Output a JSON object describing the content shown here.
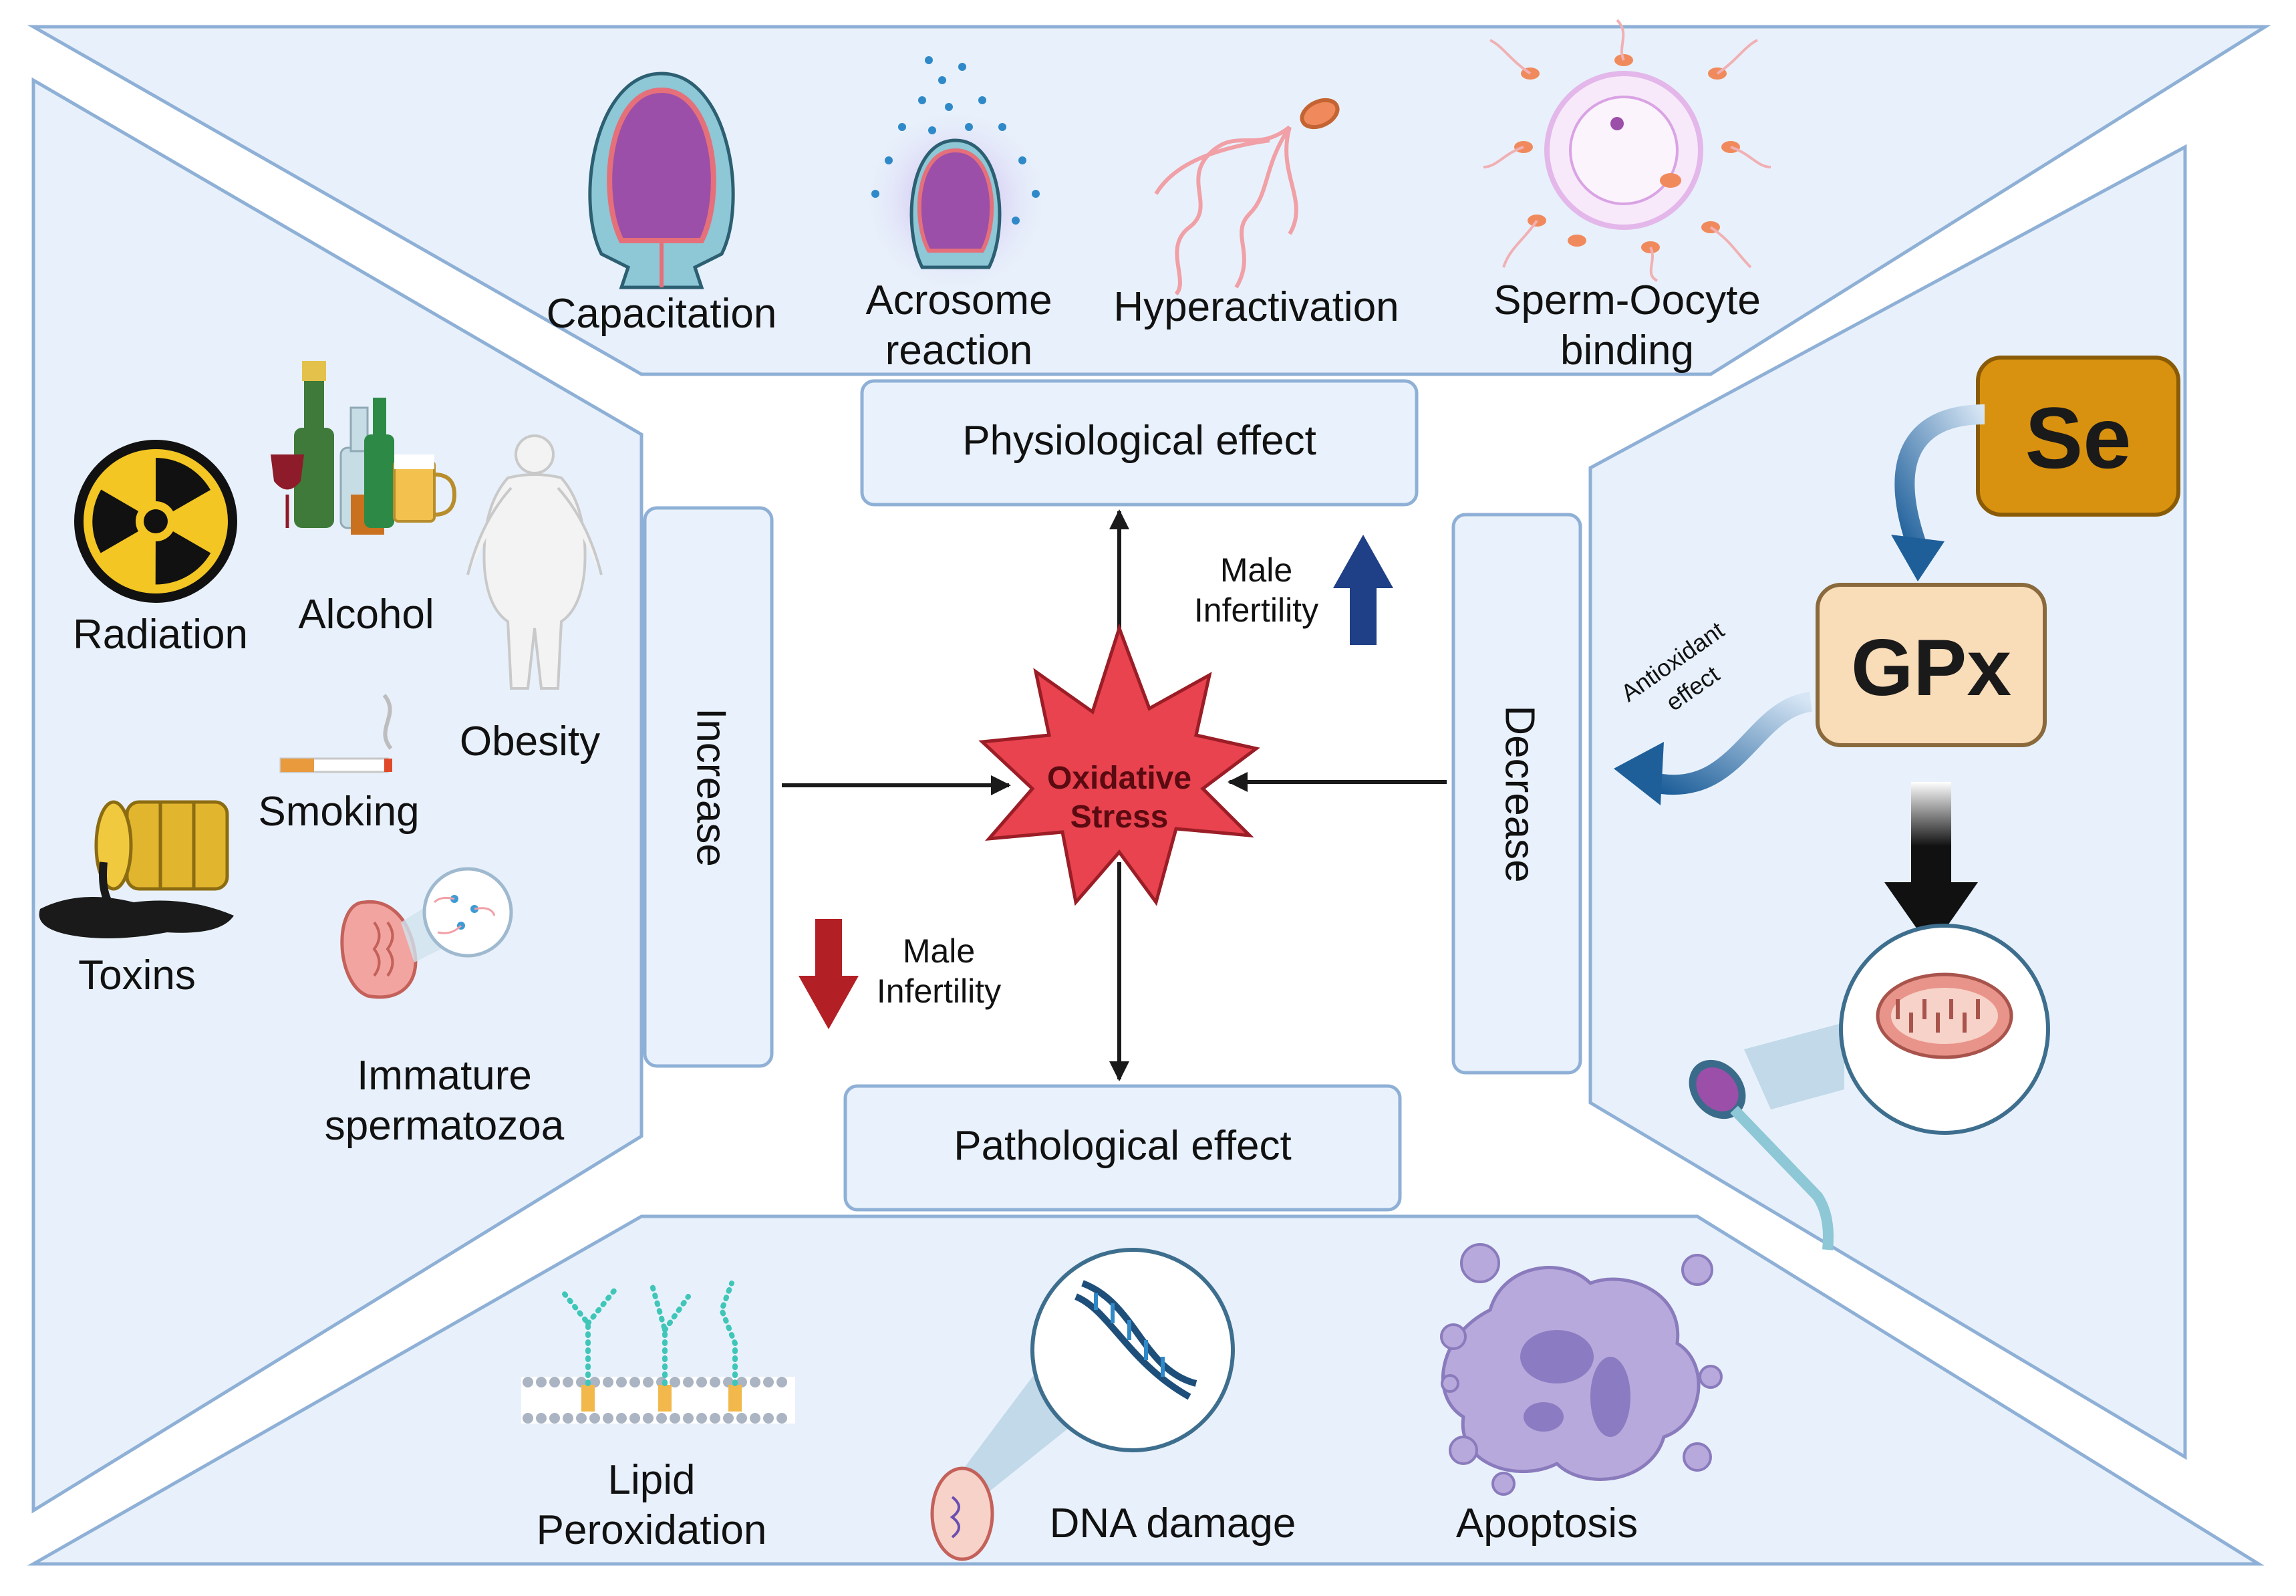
{
  "top": {
    "items": [
      "Capacitation",
      "Acrosome",
      "reaction",
      "Hyperactivation",
      "Sperm-Oocyte",
      "binding"
    ]
  },
  "left": {
    "items": [
      "Radiation",
      "Alcohol",
      "Obesity",
      "Smoking",
      "Toxins",
      "Immature",
      "spermatozoa"
    ]
  },
  "bottom": {
    "items": [
      "Lipid",
      "Peroxidation",
      "DNA damage",
      "Apoptosis"
    ]
  },
  "right": {
    "se": "Se",
    "gpx": "GPx",
    "antioxidant_1": "Antioxidant",
    "antioxidant_2": "effect"
  },
  "center": {
    "physiological": "Physiological effect",
    "pathological": "Pathological effect",
    "increase": "Increase",
    "decrease": "Decrease",
    "oxidative_1": "Oxidative",
    "oxidative_2": "Stress",
    "male_up_1": "Male",
    "male_up_2": "Infertility",
    "male_down_1": "Male",
    "male_down_2": "Infertility"
  },
  "colors": {
    "panel": "#e8f1fb",
    "star": "#e8434f",
    "up_arrow": "#1f3f86",
    "down_arrow": "#b21f24",
    "se_box": "#d9920f",
    "gpx_box": "#f9dcb8"
  }
}
